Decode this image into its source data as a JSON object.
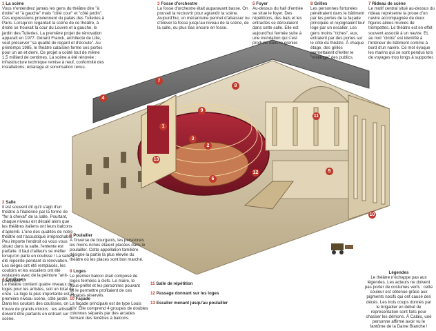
{
  "sections": {
    "s1": {
      "number": "1",
      "heading": "La scène",
      "body": "Vous n'entendrez jamais les gens du théâtre dire \"à droite\" et \"à gauche\" mais \"côté cour\" et \"côté jardin\". Ces expressions proviennent du palais des Tuileries à Paris. Lorsqu'on regardait la scène de ce théâtre, à droite se trouvait la cour du Louvre et à gauche, le jardin des Tuileries. La première projet de rénovation apparaît en 1977. Gérard Franck, architecte de Lille, veut préserver \"sa qualité de regard et d'écoute\". Au printemps 1985, le théâtre calaisien ferme ses portes pour un an et demi. Ce projet a coûté tout de même 1,5 milliard de centimes. La scène a été rénovée : infrastructure technique remise à neuf, conformité des installations, éclairage et sonorisation revus."
    },
    "s2": {
      "number": "2",
      "heading": "Salle",
      "body": "Il est souvent dit qu'il s'agit d'un théâtre à l'italienne par la forme de \"fer à cheval\" de la salle. Pourtant, chaque niveau est décalé alors que les théâtres italiens ont leurs balcons d'aplomb. L'une des qualités de notre théâtre est l'acoustique irréprochable. Peu importe l'endroit où vous vous situez dans la salle, l'entente est parfaite. Il faut d'ailleurs se méfier lorsqu'on parle en coulisse ! La salle a été repeinte pendant la rénovation. Les sièges ont été remplacés, les couloirs et les escaliers ont été restaurés avec de la peinture \"anti-poussière\"..."
    },
    "s3": {
      "number": "3",
      "heading": "Fosse d'orchestre",
      "body": "La fosse d'orchestre était auparavant basse. On pouvait la recouvrir pour agrandir la scène. Aujourd'hui, un mécanisme permet d'abaisser ou d'élever la fosse jusqu'au niveau de la scène, de la salle, ou plus bas encore en fosse."
    },
    "s4": {
      "number": "4",
      "heading": "Coulisses",
      "body": "Le théâtre contient quatre niveaux de loges pour les artistes, soit un total de onze. La loge la plus importante est la première niveau scène, côté jardin. Dans les couloirs des coulisses, on trouve de grands miroirs : les artistes doivent être partants en entrant sur scène."
    },
    "s5": {
      "number": "5",
      "heading": "Foyer",
      "body": "Au-dessus du hall d'entrée se situe le foyer. Des répétitions, des bals et les entractes se déroulaient dans cette salle. Elle est aujourd'hui fermée suite à une inondation qui s'est produite dans le grenier."
    },
    "s6": {
      "number": "6",
      "heading": "Poulailler",
      "body": "À l'inverse de bourgeois, les personnes les moins riches étaient placées dans le poulailler. Cette appellation familière désigne la partie la plus élevée du théâtre où les places sont bon marché."
    },
    "s7": {
      "number": "7",
      "heading": "Rideau de scène",
      "body": "Le motif central situé au-dessus du rideau représente la proue d'un navire accompagnée de deux figures ailées munies de trompettes. Le théâtre est en effet souvent associé à un navire. Et, au mot \"cintre\" est identifié à l'intérieur du bâtiment comme à bord d'un navire. Ce mot évoque les marins qui se sont pendus lors de voyages trop longs à supporter."
    },
    "s8": {
      "number": "8",
      "heading": "Grilles",
      "body": "Les personnes fortunées pénétraient dans le bâtiment par les portes de la façade principale et rejoignaient leur loge par un escalier. Les gens moins \"riches\", eux, entraient par des portes sur le côté du théâtre. À chaque étage, des grilles permettaient d'éviter le \"mélange\" des publics."
    },
    "s9": {
      "number": "9",
      "heading": "Loges",
      "body": "Le premier balcon était composé de loges fermées à clefs. Le maire, le sous-préfet et les personnes pouvant se le permettre profitaient de ces espaces réservés."
    },
    "s10": {
      "number": "10",
      "heading": "Façade",
      "body": "La façade principale est de type Louis XIV. Elle comprend 4 groupes de doubles colonnes séparés par des arcades formant des fenêtres à balcons."
    },
    "s11": {
      "number": "11",
      "heading": "Salle de répétition"
    },
    "s12": {
      "number": "12",
      "heading": "Passage donnant sur les loges"
    },
    "s13": {
      "number": "13",
      "heading": "Escalier menant jusqu'au poulailler"
    },
    "legendes": {
      "heading": "Légendes",
      "body": "Le théâtre n'échappe pas aux légendes. Les acteurs ne doivent pas porter de costumes verts : cette couleur est obtenue grâce aux pigments nocifs qui ont causé des décès. Les trois coups donnés par le brigadier en début de représentation sont faits pour chasser les démons. À Calais, une personne affirme avoir vu le fantôme de la Dame Blanche !"
    }
  },
  "colors": {
    "accent": "#c0392b",
    "stone": "#d9cbb0",
    "velvet": "#8e1c2a",
    "roof": "#6f6f6f"
  },
  "markers": [
    {
      "label": "1"
    },
    {
      "label": "2"
    },
    {
      "label": "3"
    },
    {
      "label": "4"
    },
    {
      "label": "5"
    },
    {
      "label": "6"
    },
    {
      "label": "7"
    },
    {
      "label": "8"
    },
    {
      "label": "9"
    },
    {
      "label": "10"
    },
    {
      "label": "11"
    },
    {
      "label": "12"
    },
    {
      "label": "13"
    }
  ]
}
